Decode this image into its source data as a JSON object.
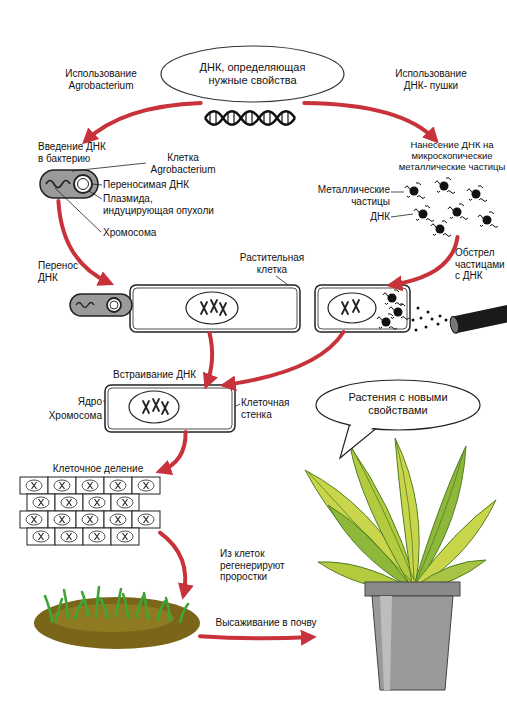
{
  "diagram": {
    "nodes": [
      {
        "text": [
          "ДНК, определяющая нужные свойства"
        ]
      },
      {
        "text": [
          "Введение ДНК в бактерию"
        ]
      },
      {
        "text": [
          "Нанесение ДНК на микроскопические металлические частицы"
        ]
      },
      {
        "text": [
          "Перенос ДНК"
        ]
      },
      {
        "text": [
          "Обстрел частицами с ДНК"
        ]
      },
      {
        "text": [
          "Встраивание ДНК"
        ]
      },
      {
        "text": [
          "Клеточное деление"
        ]
      },
      {
        "text": [
          "Из клеток регенерируют проростки"
        ]
      },
      {
        "text": [
          "Растения с новыми свойствами"
        ]
      }
    ],
    "edges": [
      {
        "from": 0,
        "to": 1,
        "arrow": "to",
        "label": "Использование Agrobacterium"
      },
      {
        "from": 0,
        "to": 2,
        "arrow": "to",
        "label": "Использование ДНК- пушки"
      },
      {
        "from": 1,
        "to": 3,
        "arrow": "to"
      },
      {
        "from": 2,
        "to": 4,
        "arrow": "to"
      },
      {
        "from": 3,
        "to": 5,
        "arrow": "to"
      },
      {
        "from": 4,
        "to": 5,
        "arrow": "to"
      },
      {
        "from": 5,
        "to": 6,
        "arrow": "to"
      },
      {
        "from": 6,
        "to": 7,
        "arrow": "to"
      },
      {
        "from": 7,
        "to": 8,
        "arrow": "to",
        "label": "Высаживание в почву"
      }
    ],
    "labels": [
      "Клетка Agrobacterium",
      "Переносимая ДНК",
      "Плазмида, индуцирующая опухоли",
      "Хромосома",
      "Металлические частицы",
      "ДНК",
      "Растительная клетка",
      "Ядро",
      "Хромосома",
      "Клеточная стенка"
    ]
  }
}
